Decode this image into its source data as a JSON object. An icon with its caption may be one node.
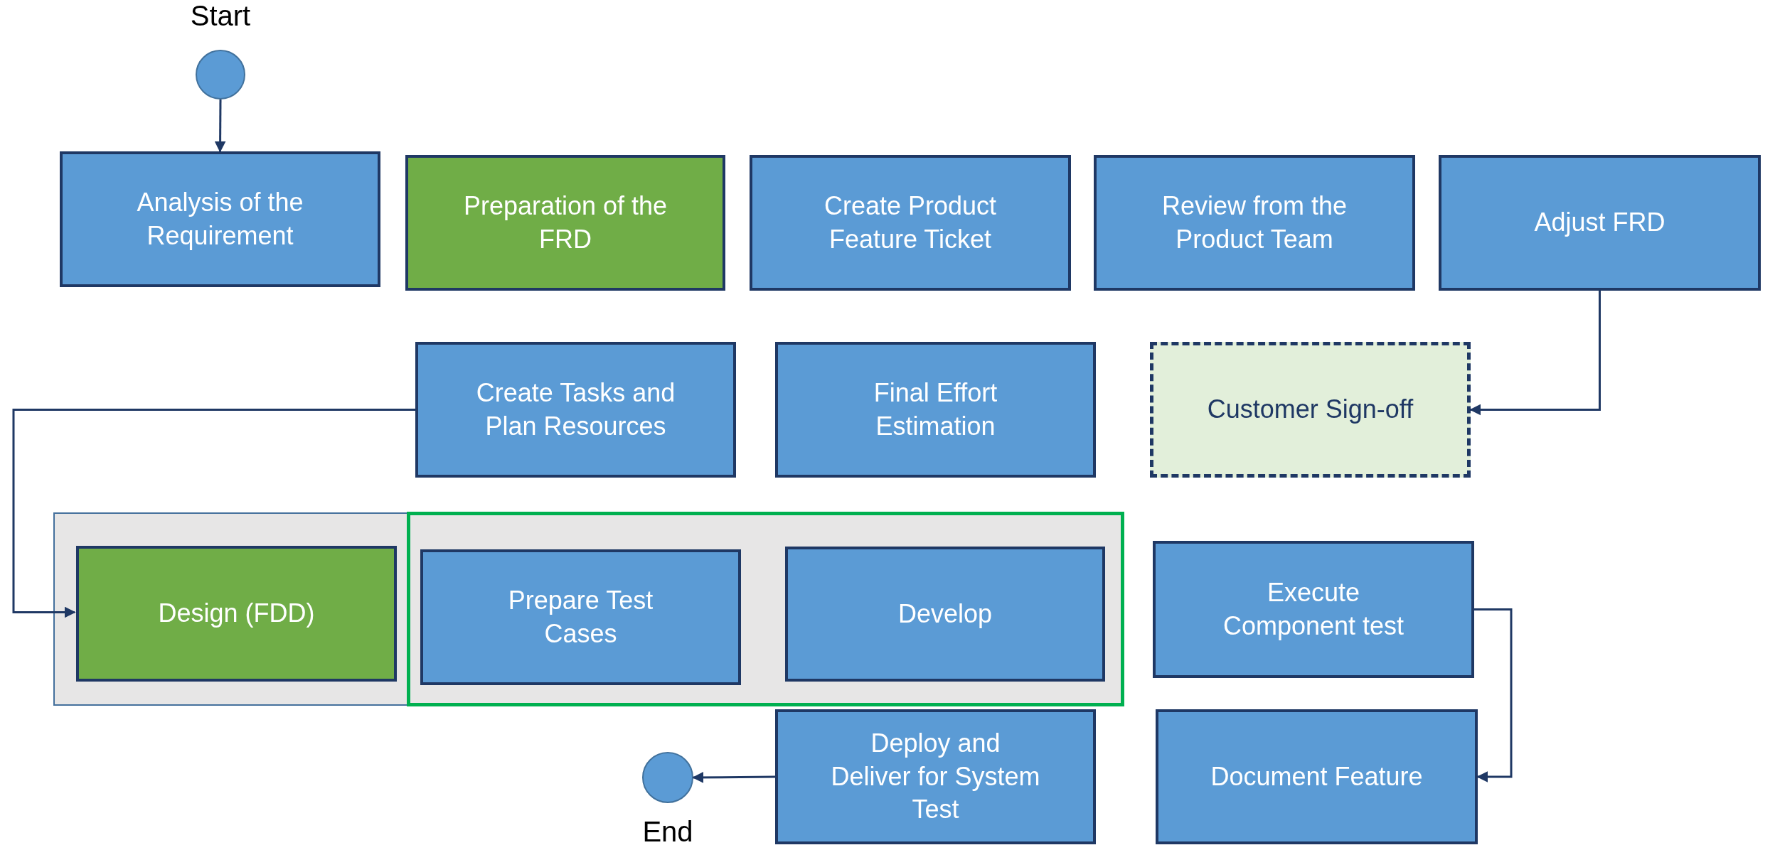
{
  "diagram": {
    "nodes": [
      {
        "text": [],
        "shape": "circle",
        "beside": [
          "Start"
        ]
      },
      {
        "text": [
          "Analysis of the Requirement"
        ]
      },
      {
        "text": [
          "Preparation of the FRD"
        ]
      },
      {
        "text": [
          "Create Product Feature Ticket"
        ]
      },
      {
        "text": [
          "Review from the Product Team"
        ]
      },
      {
        "text": [
          "Adjust FRD"
        ]
      },
      {
        "text": [
          "Create Tasks and Plan Resources"
        ]
      },
      {
        "text": [
          "Final Effort Estimation"
        ]
      },
      {
        "text": [
          "Customer Sign-off"
        ]
      },
      {
        "text": [],
        "shape": "box"
      },
      {
        "text": [
          "Design (FDD)"
        ],
        "in": 9
      },
      {
        "text": [],
        "shape": "box",
        "in": 9
      },
      {
        "text": [
          "Prepare Test Cases"
        ],
        "in": 11
      },
      {
        "text": [
          "Develop"
        ],
        "in": 11
      },
      {
        "text": [
          "Execute Component test"
        ]
      },
      {
        "text": [],
        "shape": "circle",
        "beside": [
          "End"
        ]
      },
      {
        "text": [
          "Deploy and Deliver for System Test"
        ]
      },
      {
        "text": [
          "Document Feature"
        ]
      }
    ],
    "edges": [
      {
        "from": 0,
        "to": 1,
        "arrow": "to"
      },
      {
        "from": 5,
        "to": 8,
        "arrow": "to"
      },
      {
        "from": 6,
        "to": 10,
        "arrow": "to"
      },
      {
        "from": 14,
        "to": 17,
        "arrow": "to"
      },
      {
        "from": 16,
        "to": 15,
        "arrow": "to"
      }
    ]
  }
}
